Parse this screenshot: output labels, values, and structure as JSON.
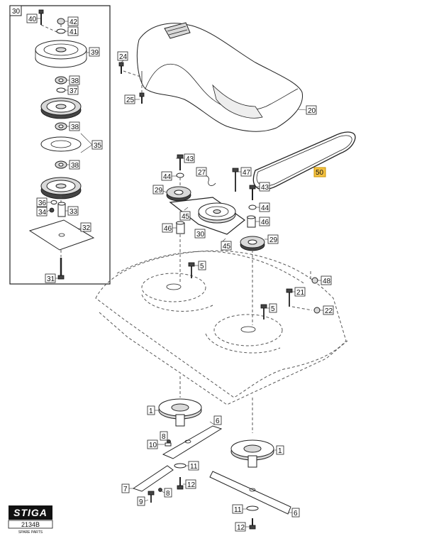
{
  "brand": {
    "logo": "STIGA",
    "code": "2134B",
    "subtitle": "SPARE PARTS"
  },
  "inset": {
    "label": "30"
  },
  "highlight_color": "#f5c242",
  "callouts": [
    {
      "id": "c40",
      "text": "40"
    },
    {
      "id": "c42",
      "text": "42"
    },
    {
      "id": "c41",
      "text": "41"
    },
    {
      "id": "c39",
      "text": "39"
    },
    {
      "id": "c38a",
      "text": "38"
    },
    {
      "id": "c37",
      "text": "37"
    },
    {
      "id": "c38b",
      "text": "38"
    },
    {
      "id": "c35",
      "text": "35"
    },
    {
      "id": "c38c",
      "text": "38"
    },
    {
      "id": "c36",
      "text": "36"
    },
    {
      "id": "c34",
      "text": "34"
    },
    {
      "id": "c33",
      "text": "33"
    },
    {
      "id": "c32",
      "text": "32"
    },
    {
      "id": "c31",
      "text": "31"
    },
    {
      "id": "c24",
      "text": "24"
    },
    {
      "id": "c25",
      "text": "25"
    },
    {
      "id": "c20",
      "text": "20"
    },
    {
      "id": "c50",
      "text": "50"
    },
    {
      "id": "c43a",
      "text": "43"
    },
    {
      "id": "c44a",
      "text": "44"
    },
    {
      "id": "c27",
      "text": "27"
    },
    {
      "id": "c47",
      "text": "47"
    },
    {
      "id": "c43b",
      "text": "43"
    },
    {
      "id": "c29a",
      "text": "29"
    },
    {
      "id": "c44b",
      "text": "44"
    },
    {
      "id": "c45a",
      "text": "45"
    },
    {
      "id": "c46a",
      "text": "46"
    },
    {
      "id": "c46b",
      "text": "46"
    },
    {
      "id": "c30",
      "text": "30"
    },
    {
      "id": "c29b",
      "text": "29"
    },
    {
      "id": "c45b",
      "text": "45"
    },
    {
      "id": "c5a",
      "text": "5"
    },
    {
      "id": "c48",
      "text": "48"
    },
    {
      "id": "c21",
      "text": "21"
    },
    {
      "id": "c5b",
      "text": "5"
    },
    {
      "id": "c22",
      "text": "22"
    },
    {
      "id": "c1a",
      "text": "1"
    },
    {
      "id": "c6a",
      "text": "6"
    },
    {
      "id": "c8a",
      "text": "8"
    },
    {
      "id": "c10",
      "text": "10"
    },
    {
      "id": "c11a",
      "text": "11"
    },
    {
      "id": "c1b",
      "text": "1"
    },
    {
      "id": "c7",
      "text": "7"
    },
    {
      "id": "c8b",
      "text": "8"
    },
    {
      "id": "c12a",
      "text": "12"
    },
    {
      "id": "c9",
      "text": "9"
    },
    {
      "id": "c11b",
      "text": "11"
    },
    {
      "id": "c6b",
      "text": "6"
    },
    {
      "id": "c12b",
      "text": "12"
    }
  ]
}
